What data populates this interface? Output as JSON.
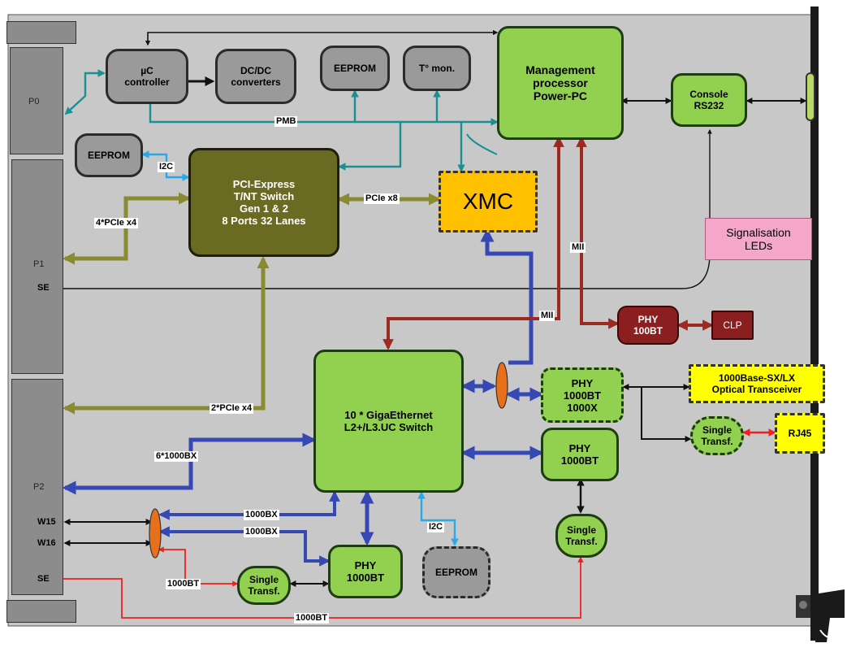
{
  "connectors": {
    "p0": "P0",
    "p1": "P1",
    "p2": "P2",
    "w15": "W15",
    "w16": "W16",
    "se_p1": "SE",
    "se_p2": "SE"
  },
  "blocks": {
    "uc_controller": "µC\ncontroller",
    "dcdc": "DC/DC\nconverters",
    "eeprom_top": "EEPROM",
    "temp_mon": "T° mon.",
    "mgmt_processor": "Management\nprocessor\nPower-PC",
    "console": "Console\nRS232",
    "eeprom_left": "EEPROM",
    "pcie_switch": "PCI-Express\nT/NT Switch\nGen 1 & 2\n8 Ports 32 Lanes",
    "xmc": "XMC",
    "signal_leds": "Signalisation\nLEDs",
    "phy_100bt": "PHY\n100BT",
    "clp": "CLP",
    "ge_switch": "10 * GigaEthernet\nL2+/L3.UC Switch",
    "phy_1000x": "PHY\n1000BT\n1000X",
    "optical": "1000Base-SX/LX\nOptical Transceiver",
    "single_transf_right": "Single\nTransf.",
    "rj45": "RJ45",
    "phy_1000bt_right": "PHY\n1000BT",
    "single_transf_bottom_right": "Single\nTransf.",
    "phy_1000bt_bottom": "PHY\n1000BT",
    "single_transf_bottom": "Single\nTransf.",
    "eeprom_bottom": "EEPROM"
  },
  "labels": {
    "pmb": "PMB",
    "i2c_left": "I2C",
    "pcie_x8": "PCIe x8",
    "pcie_4x4": "4*PCIe x4",
    "mii_upper": "MII",
    "mii_lower": "MII",
    "pcie_2x4": "2*PCIe x4",
    "bx_6x1000": "6*1000BX",
    "bx_1000_a": "1000BX",
    "bx_1000_b": "1000BX",
    "i2c_bottom": "I2C",
    "bt_1000_left": "1000BT",
    "bt_1000_bottom": "1000BT"
  },
  "colors": {
    "board": "#c8c8c8",
    "teal_bus": "#1a9090",
    "blue_bus": "#3548b4",
    "olive_bus": "#8a8a30",
    "red_bus": "#9c2a20",
    "bright_red": "#ee2020",
    "light_blue": "#29a9e6",
    "black_line": "#111111"
  }
}
